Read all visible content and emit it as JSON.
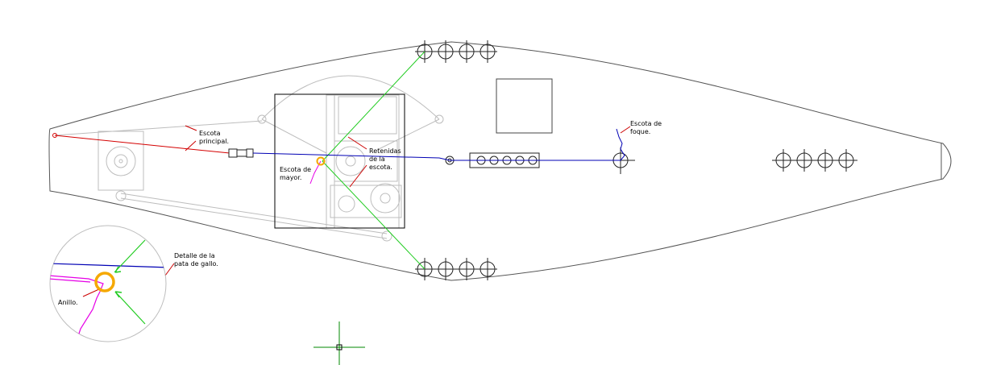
{
  "labels": {
    "escota_principal": [
      "Escota",
      "principal."
    ],
    "escota_mayor": [
      "Escota de",
      "mayor."
    ],
    "retenidas": [
      "Retenidas",
      "de la",
      "escota."
    ],
    "escota_foque": [
      "Escota de",
      "foque."
    ],
    "detalle": [
      "Detalle de la",
      "pata de gallo."
    ],
    "anillo": "Anillo."
  },
  "colors": {
    "outline": "#555555",
    "fitting": "#bdbdbd",
    "main_sheet": "#d40000",
    "sheet_line": "#0000b4",
    "retainer": "#22cc22",
    "mainsail_sheet": "#e600e6",
    "ring": "#f5a800",
    "annotation": "#cc0000",
    "cursor": "#008a00"
  }
}
